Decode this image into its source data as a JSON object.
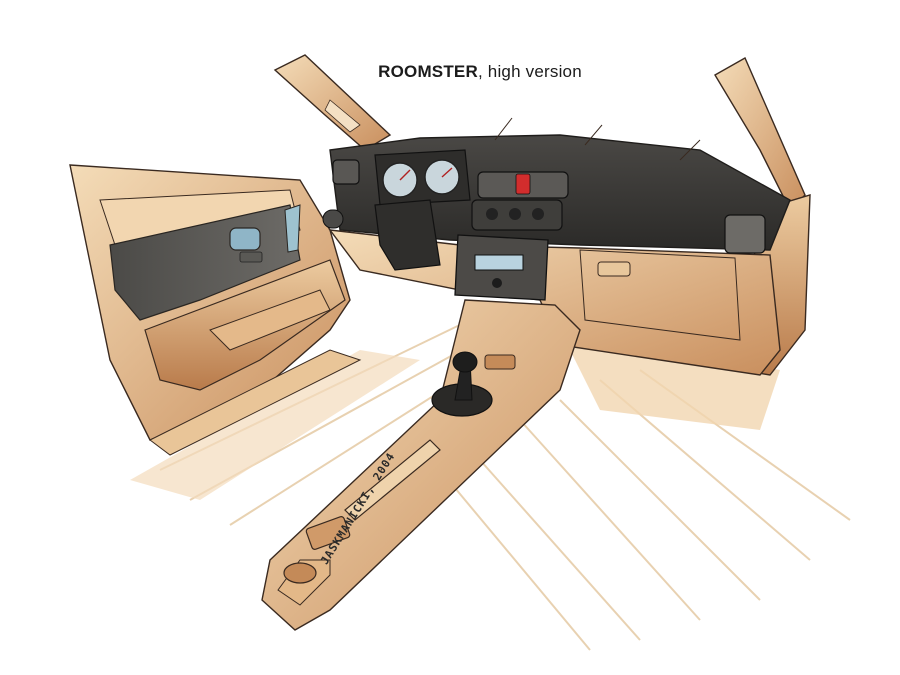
{
  "title": {
    "model": "ROOMSTER",
    "variant": ", high version"
  },
  "signature": "JASKMANICKI, 2004",
  "colors": {
    "tan_light": "#f0d3aa",
    "tan_mid": "#d9a878",
    "tan_dark": "#a86e45",
    "dashboard_dark": "#3b3a38",
    "outline": "#3a2a20",
    "floor_line": "#e2c7a3"
  }
}
